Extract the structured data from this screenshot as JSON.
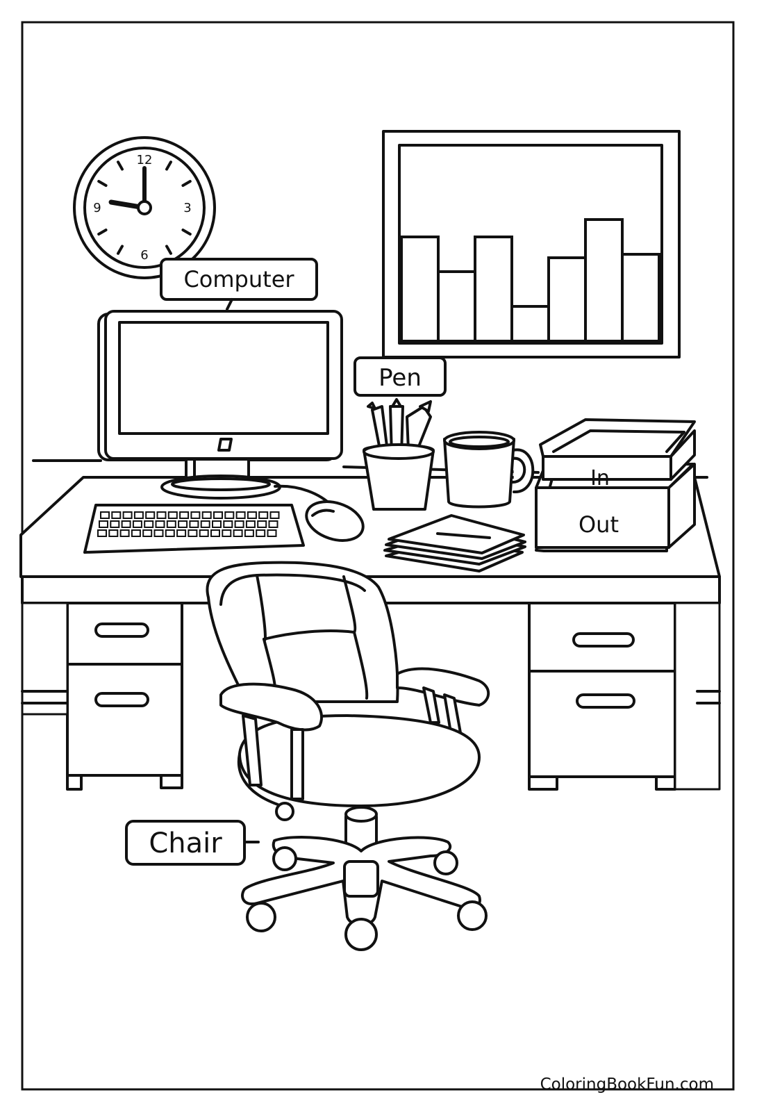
{
  "labels": {
    "computer": "Computer",
    "pen": "Pen",
    "in_tray": "In",
    "out_tray": "Out",
    "chair": "Chair"
  },
  "clock": {
    "numbers": [
      "12",
      "3",
      "6",
      "9"
    ],
    "time": "9:00"
  },
  "wall_chart": {
    "type": "bar",
    "values": [
      3,
      2,
      3,
      1,
      2.4,
      3.5,
      2.5
    ]
  },
  "footer": {
    "site": "ColoringBookFun.com"
  }
}
